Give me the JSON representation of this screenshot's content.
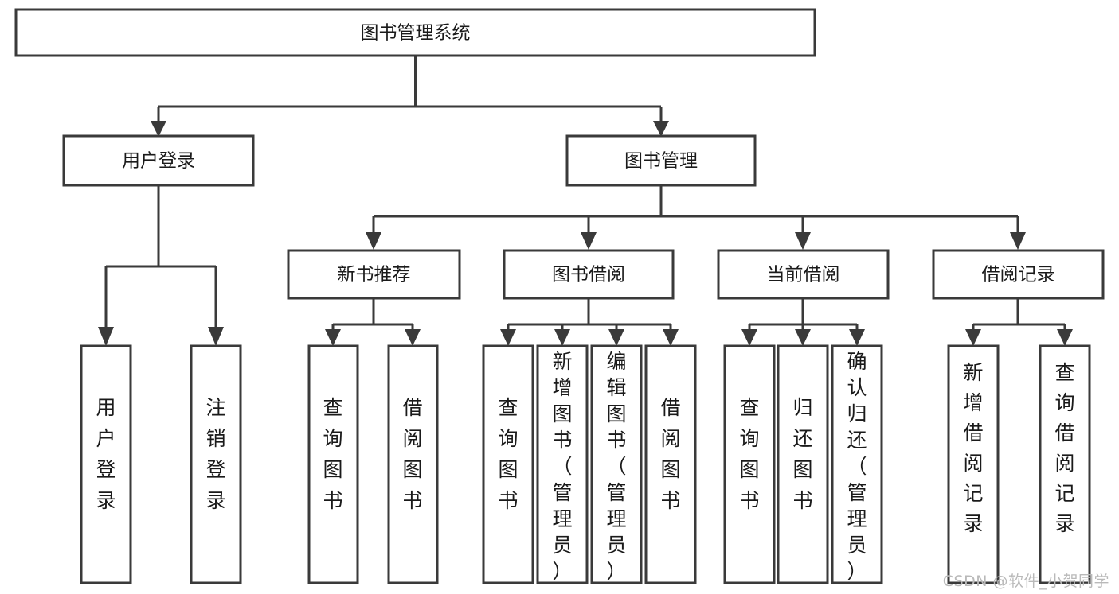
{
  "diagram": {
    "kind": "tree-hierarchy-chart",
    "root": {
      "id": "root",
      "label": "图书管理系统",
      "orientation": "horizontal"
    },
    "level2": [
      {
        "id": "user-login",
        "label": "用户登录",
        "orientation": "horizontal"
      },
      {
        "id": "book-manage",
        "label": "图书管理",
        "orientation": "horizontal"
      }
    ],
    "level3": [
      {
        "id": "new-book-recommend",
        "label": "新书推荐",
        "orientation": "horizontal"
      },
      {
        "id": "book-borrow",
        "label": "图书借阅",
        "orientation": "horizontal"
      },
      {
        "id": "current-borrow",
        "label": "当前借阅",
        "orientation": "horizontal"
      },
      {
        "id": "borrow-record",
        "label": "借阅记录",
        "orientation": "horizontal"
      }
    ],
    "leaves": [
      {
        "id": "leaf-user-login",
        "label": "用户登录",
        "parent": "user-login",
        "orientation": "vertical"
      },
      {
        "id": "leaf-user-logout",
        "label": "注销登录",
        "parent": "user-login",
        "orientation": "vertical"
      },
      {
        "id": "leaf-query-book-1",
        "label": "查询图书",
        "parent": "new-book-recommend",
        "orientation": "vertical"
      },
      {
        "id": "leaf-borrow-book-1",
        "label": "借阅图书",
        "parent": "new-book-recommend",
        "orientation": "vertical"
      },
      {
        "id": "leaf-query-book-2",
        "label": "查询图书",
        "parent": "book-borrow",
        "orientation": "vertical"
      },
      {
        "id": "leaf-add-book",
        "label": "新增图书（管理员）",
        "parent": "book-borrow",
        "orientation": "vertical"
      },
      {
        "id": "leaf-edit-book",
        "label": "编辑图书（管理员）",
        "parent": "book-borrow",
        "orientation": "vertical"
      },
      {
        "id": "leaf-borrow-book-2",
        "label": "借阅图书",
        "parent": "book-borrow",
        "orientation": "vertical"
      },
      {
        "id": "leaf-query-book-3",
        "label": "查询图书",
        "parent": "current-borrow",
        "orientation": "vertical"
      },
      {
        "id": "leaf-return-book",
        "label": "归还图书",
        "parent": "current-borrow",
        "orientation": "vertical"
      },
      {
        "id": "leaf-confirm-return",
        "label": "确认归还（管理员）",
        "parent": "current-borrow",
        "orientation": "vertical"
      },
      {
        "id": "leaf-add-record",
        "label": "新增借阅记录",
        "parent": "borrow-record",
        "orientation": "vertical"
      },
      {
        "id": "leaf-query-record",
        "label": "查询借阅记录",
        "parent": "borrow-record",
        "orientation": "vertical"
      }
    ]
  },
  "watermark": {
    "text": "CSDN @软件_小贺同学"
  },
  "colors": {
    "stroke": "#3a3a3a",
    "fill": "#ffffff",
    "text": "#1a1a1a",
    "watermark": "#b9b9b9"
  }
}
